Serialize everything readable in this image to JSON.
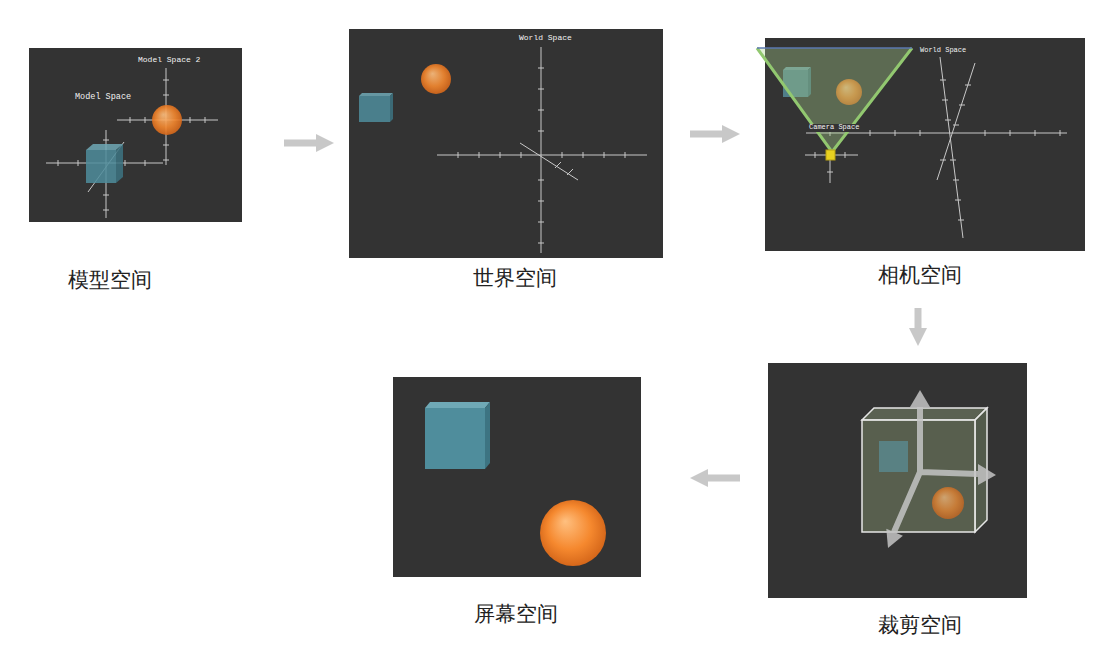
{
  "diagram": {
    "nodes": [
      {
        "text": [
          "Model Space 2",
          "Model Space",
          "模型空间"
        ]
      },
      {
        "text": [
          "World Space",
          "世界空间"
        ]
      },
      {
        "text": [
          "World Space",
          "Camera Space",
          "相机空间"
        ]
      },
      {
        "text": [
          "裁剪空间"
        ]
      },
      {
        "text": [
          "屏幕空间"
        ]
      }
    ],
    "edges": [
      {
        "from": 0,
        "to": 1,
        "arrow": "to"
      },
      {
        "from": 1,
        "to": 2,
        "arrow": "to"
      },
      {
        "from": 2,
        "to": 3,
        "arrow": "to"
      },
      {
        "from": 3,
        "to": 4,
        "arrow": "to"
      }
    ]
  }
}
